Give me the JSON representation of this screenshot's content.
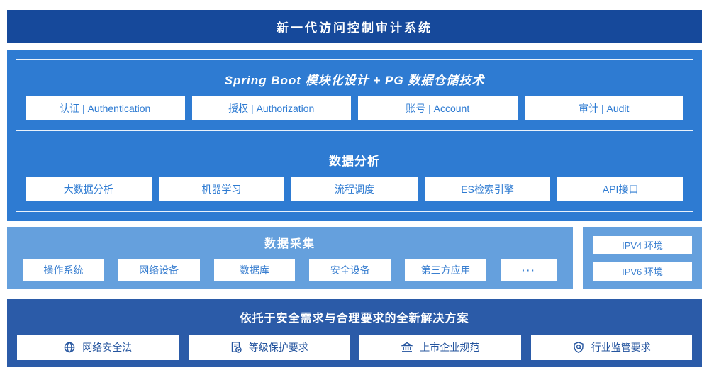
{
  "header": {
    "title": "新一代访问控制审计系统"
  },
  "platform": {
    "modules_panel": {
      "title": "Spring Boot 模块化设计 + PG 数据仓储技术",
      "items": [
        "认证 | Authentication",
        "授权 | Authorization",
        "账号 | Account",
        "审计 | Audit"
      ]
    },
    "analysis_panel": {
      "title": "数据分析",
      "items": [
        "大数据分析",
        "机器学习",
        "流程调度",
        "ES检索引擎",
        "API接口"
      ]
    }
  },
  "collection": {
    "title": "数据采集",
    "items": [
      "操作系统",
      "网络设备",
      "数据库",
      "安全设备",
      "第三方应用",
      "···"
    ],
    "env": [
      "IPV4 环境",
      "IPV6 环境"
    ]
  },
  "solution": {
    "title": "依托于安全需求与合理要求的全新解决方案",
    "items": [
      {
        "icon": "globe-icon",
        "label": "网络安全法"
      },
      {
        "icon": "document-check-icon",
        "label": "等级保护要求"
      },
      {
        "icon": "bank-icon",
        "label": "上市企业规范"
      },
      {
        "icon": "shield-icon",
        "label": "行业监管要求"
      }
    ]
  },
  "colors": {
    "header_bg": "#16499B",
    "platform_bg": "#2E7BD2",
    "collection_bg": "#65A0DD",
    "solution_bg": "#2B5BA8",
    "box_bg": "#FFFFFF",
    "box_text": "#2E7BD2"
  }
}
